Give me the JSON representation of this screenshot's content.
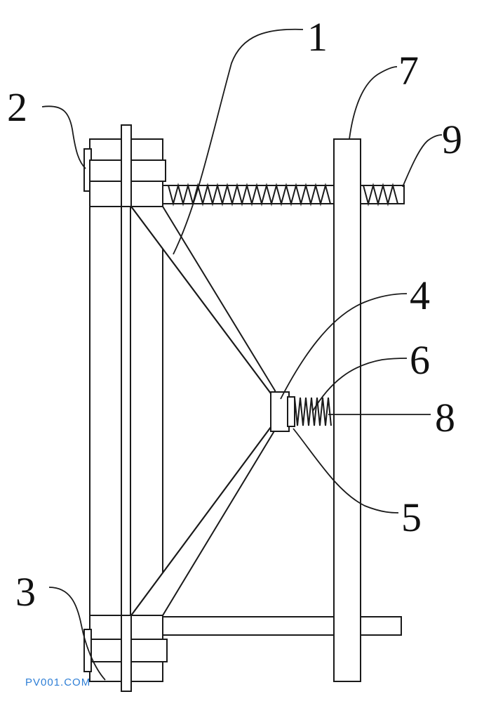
{
  "diagram": {
    "labels": {
      "l1": "1",
      "l2": "2",
      "l3": "3",
      "l4": "4",
      "l5": "5",
      "l6": "6",
      "l7": "7",
      "l8": "8",
      "l9": "9"
    },
    "watermark": "PV001.COM"
  }
}
